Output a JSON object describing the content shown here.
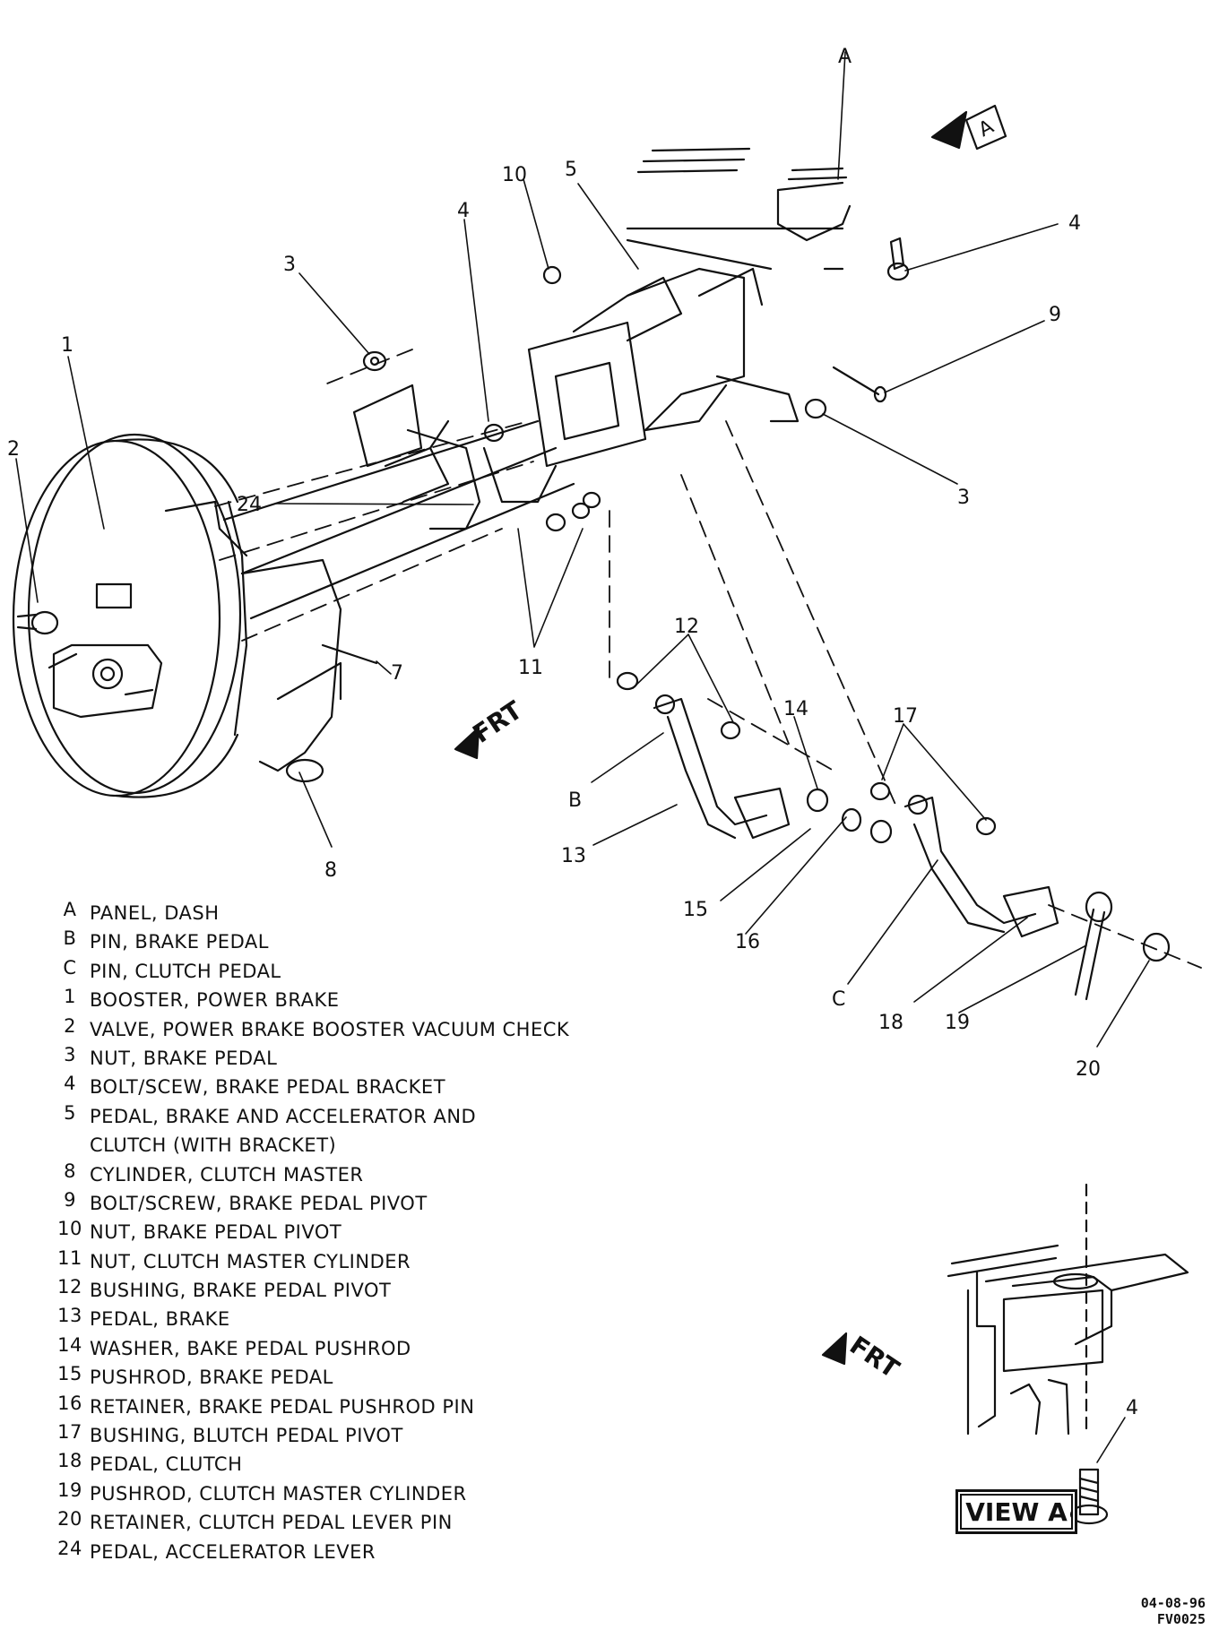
{
  "callouts": {
    "A_top": "A",
    "n10": "10",
    "n5": "5",
    "n4_top": "4",
    "n4_right": "4",
    "n3_left": "3",
    "n1": "1",
    "n2": "2",
    "n9": "9",
    "n3_right": "3",
    "n24": "24",
    "n11": "11",
    "n7": "7",
    "n8": "8",
    "n12": "12",
    "n14": "14",
    "n17": "17",
    "B": "B",
    "n13": "13",
    "n15": "15",
    "n16": "16",
    "C": "C",
    "n18": "18",
    "n19": "19",
    "n20": "20",
    "n4_view": "4"
  },
  "view_a_marker": "A",
  "frt_labels": {
    "main": "FRT",
    "view": "FRT"
  },
  "legend": [
    {
      "key": "A",
      "desc": "PANEL, DASH"
    },
    {
      "key": "B",
      "desc": "PIN, BRAKE PEDAL"
    },
    {
      "key": "C",
      "desc": "PIN, CLUTCH PEDAL"
    },
    {
      "key": "1",
      "desc": "BOOSTER, POWER BRAKE"
    },
    {
      "key": "2",
      "desc": "VALVE, POWER BRAKE BOOSTER VACUUM CHECK"
    },
    {
      "key": "3",
      "desc": "NUT, BRAKE PEDAL"
    },
    {
      "key": "4",
      "desc": "BOLT/SCEW, BRAKE PEDAL BRACKET"
    },
    {
      "key": "5",
      "desc": "PEDAL, BRAKE AND ACCELERATOR AND\nCLUTCH (WITH BRACKET)"
    },
    {
      "key": "8",
      "desc": "CYLINDER, CLUTCH MASTER"
    },
    {
      "key": "9",
      "desc": "BOLT/SCREW, BRAKE PEDAL PIVOT"
    },
    {
      "key": "10",
      "desc": "NUT, BRAKE PEDAL PIVOT"
    },
    {
      "key": "11",
      "desc": "NUT, CLUTCH MASTER CYLINDER"
    },
    {
      "key": "12",
      "desc": "BUSHING, BRAKE PEDAL PIVOT"
    },
    {
      "key": "13",
      "desc": "PEDAL, BRAKE"
    },
    {
      "key": "14",
      "desc": "WASHER, BAKE PEDAL PUSHROD"
    },
    {
      "key": "15",
      "desc": "PUSHROD, BRAKE PEDAL"
    },
    {
      "key": "16",
      "desc": "RETAINER, BRAKE PEDAL PUSHROD PIN"
    },
    {
      "key": "17",
      "desc": "BUSHING, BLUTCH PEDAL PIVOT"
    },
    {
      "key": "18",
      "desc": "PEDAL, CLUTCH"
    },
    {
      "key": "19",
      "desc": "PUSHROD, CLUTCH MASTER CYLINDER"
    },
    {
      "key": "20",
      "desc": "RETAINER, CLUTCH PEDAL LEVER PIN"
    },
    {
      "key": "24",
      "desc": "PEDAL, ACCELERATOR LEVER"
    }
  ],
  "view_label": "VIEW A",
  "drawing_code": {
    "date": "04-08-96",
    "id": "FV0025"
  }
}
